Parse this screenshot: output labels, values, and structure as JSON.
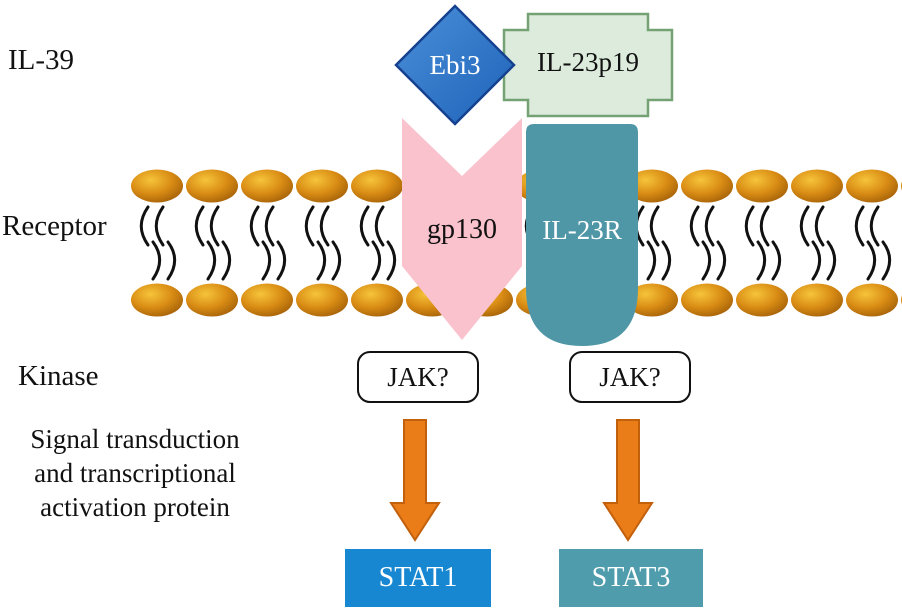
{
  "figure": {
    "labels": {
      "il39": "IL-39",
      "receptor": "Receptor",
      "kinase": "Kinase",
      "signal_line1": "Signal transduction",
      "signal_line2": "and transcriptional",
      "signal_line3": "activation protein"
    },
    "cytokine": {
      "ebi3": "Ebi3",
      "il23p19": "IL-23p19"
    },
    "receptors": {
      "gp130": "gp130",
      "il23r": "IL-23R"
    },
    "kinases": {
      "left": "JAK?",
      "right": "JAK?"
    },
    "stats": {
      "stat1": "STAT1",
      "stat3": "STAT3"
    },
    "colors": {
      "ebi3_fill": "#2e6fc4",
      "ebi3_border": "#16418f",
      "il23p19_fill": "#dcebdb",
      "il23p19_border": "#74a274",
      "gp130_fill": "#f9c2cd",
      "il23r_fill": "#4f96a6",
      "lipid_head": "#d98c14",
      "lipid_tail": "#111111",
      "arrow_fill": "#ea7d18",
      "arrow_border": "#c2600c",
      "stat1_fill": "#1887d2",
      "stat3_fill": "#4f9dac"
    }
  }
}
